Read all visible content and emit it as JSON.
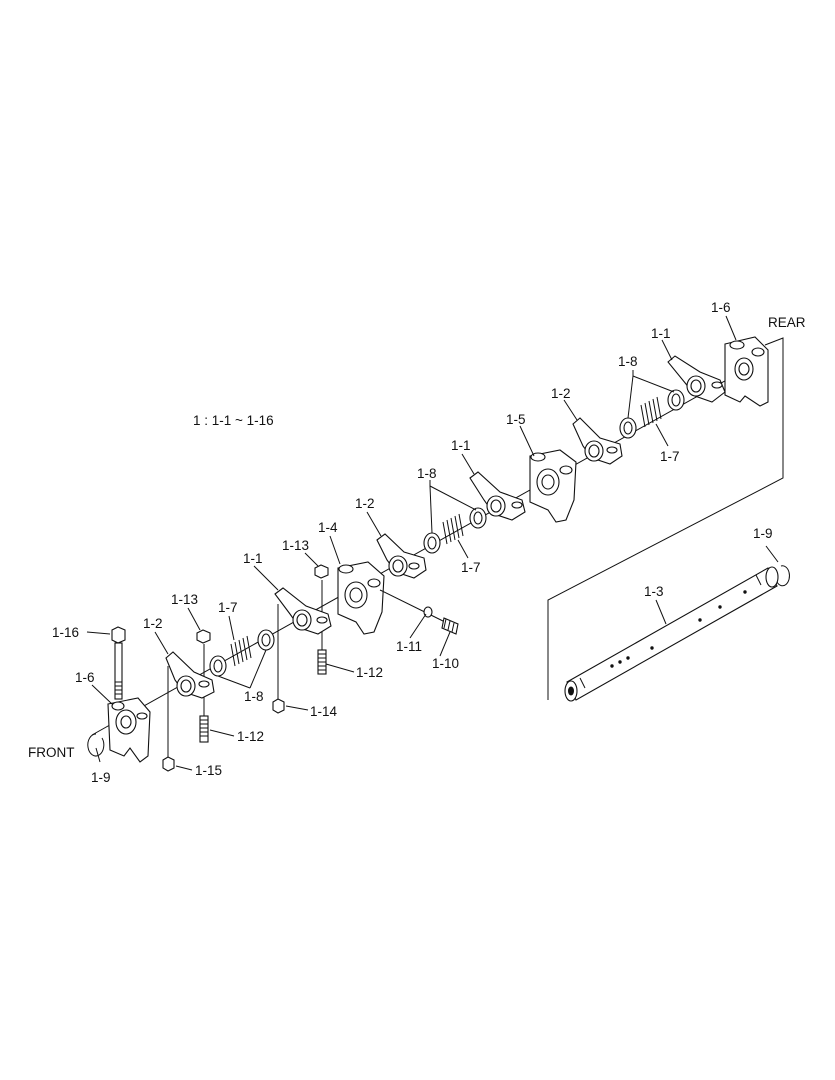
{
  "legend_text": "1 : 1-1 ~ 1-16",
  "direction_labels": {
    "front": "FRONT",
    "rear": "REAR"
  },
  "callouts": [
    {
      "id": "c1-6-rear",
      "text": "1-6"
    },
    {
      "id": "c1-1-rear",
      "text": "1-1"
    },
    {
      "id": "c1-8-rear",
      "text": "1-8"
    },
    {
      "id": "c1-7-rear",
      "text": "1-7"
    },
    {
      "id": "c1-2-rear",
      "text": "1-2"
    },
    {
      "id": "c1-5",
      "text": "1-5"
    },
    {
      "id": "c1-1-mid",
      "text": "1-1"
    },
    {
      "id": "c1-8-mid",
      "text": "1-8"
    },
    {
      "id": "c1-7-mid",
      "text": "1-7"
    },
    {
      "id": "c1-2-mid",
      "text": "1-2"
    },
    {
      "id": "c1-4",
      "text": "1-4"
    },
    {
      "id": "c1-13-a",
      "text": "1-13"
    },
    {
      "id": "c1-1-front",
      "text": "1-1"
    },
    {
      "id": "c1-11",
      "text": "1-11"
    },
    {
      "id": "c1-10",
      "text": "1-10"
    },
    {
      "id": "c1-12-a",
      "text": "1-12"
    },
    {
      "id": "c1-14",
      "text": "1-14"
    },
    {
      "id": "c1-13-b",
      "text": "1-13"
    },
    {
      "id": "c1-7-front",
      "text": "1-7"
    },
    {
      "id": "c1-16",
      "text": "1-16"
    },
    {
      "id": "c1-2-front",
      "text": "1-2"
    },
    {
      "id": "c1-6-front",
      "text": "1-6"
    },
    {
      "id": "c1-8-front",
      "text": "1-8"
    },
    {
      "id": "c1-12-b",
      "text": "1-12"
    },
    {
      "id": "c1-15",
      "text": "1-15"
    },
    {
      "id": "c1-9-front",
      "text": "1-9"
    },
    {
      "id": "c1-9-rear",
      "text": "1-9"
    },
    {
      "id": "c1-3",
      "text": "1-3"
    }
  ]
}
